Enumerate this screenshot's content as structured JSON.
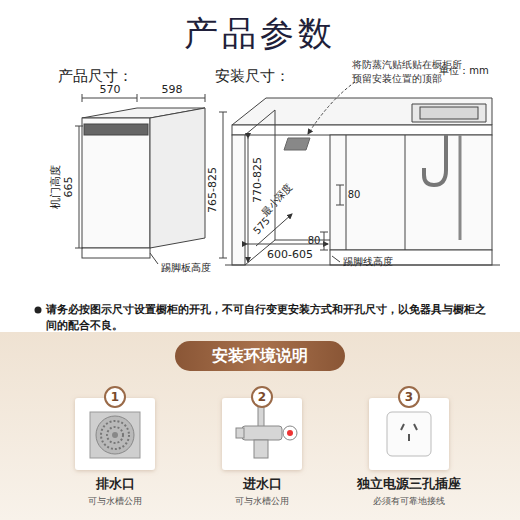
{
  "diagram": {
    "title": "产品参数",
    "nodes": [
      {
        "text": [
          "安装环境说明"
        ]
      },
      {
        "text": [
          "排水口",
          "可与水槽公用"
        ]
      },
      {
        "text": [
          "1"
        ],
        "in": 1
      },
      {
        "text": [
          "进水口",
          "可与水槽公用"
        ]
      },
      {
        "text": [
          "2"
        ],
        "in": 3
      },
      {
        "text": [
          "独立电源三孔插座",
          "必须有可靠地接线"
        ]
      },
      {
        "text": [
          "3"
        ],
        "in": 5
      }
    ],
    "labels": [
      "产品尺寸：",
      "安装尺寸：",
      "单位：mm",
      "570",
      "598",
      "机门高度",
      "665",
      "765-825",
      "踢脚板高度",
      "将防蒸汽贴纸贴在橱柜所预留安装位置的顶部",
      "770-825",
      "最小深度",
      "575",
      "600-605",
      "80",
      "80",
      "踢脚线高度",
      "请务必按图示尺寸设置橱柜的开孔，不可自行变更安装方式和开孔尺寸，以免器具与橱柜之间的配合不良。"
    ]
  }
}
